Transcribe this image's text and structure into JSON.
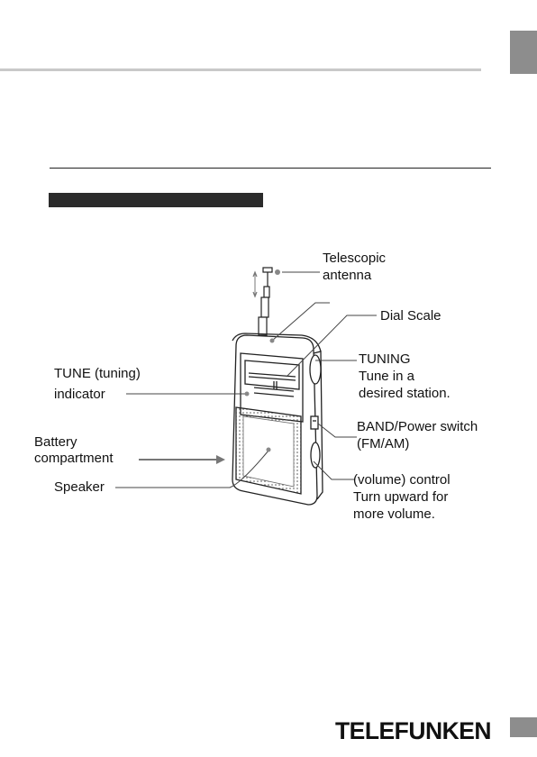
{
  "labels": {
    "telescopic_antenna_1": "Telescopic",
    "telescopic_antenna_2": "antenna",
    "dial_scale": "Dial Scale",
    "tuning_1": "TUNING",
    "tuning_2": "Tune in a",
    "tuning_3": "desired station.",
    "tune_indicator_1": "TUNE (tuning)",
    "tune_indicator_2": "indicator",
    "band_switch_1": "BAND/Power switch",
    "band_switch_2": "(FM/AM)",
    "battery_1": "Battery",
    "battery_2": "compartment",
    "speaker": "Speaker",
    "volume_1": "(volume) control",
    "volume_2": "Turn upward for",
    "volume_3": "more volume."
  },
  "brand": {
    "logo_text": "TELEFUNKEN"
  }
}
